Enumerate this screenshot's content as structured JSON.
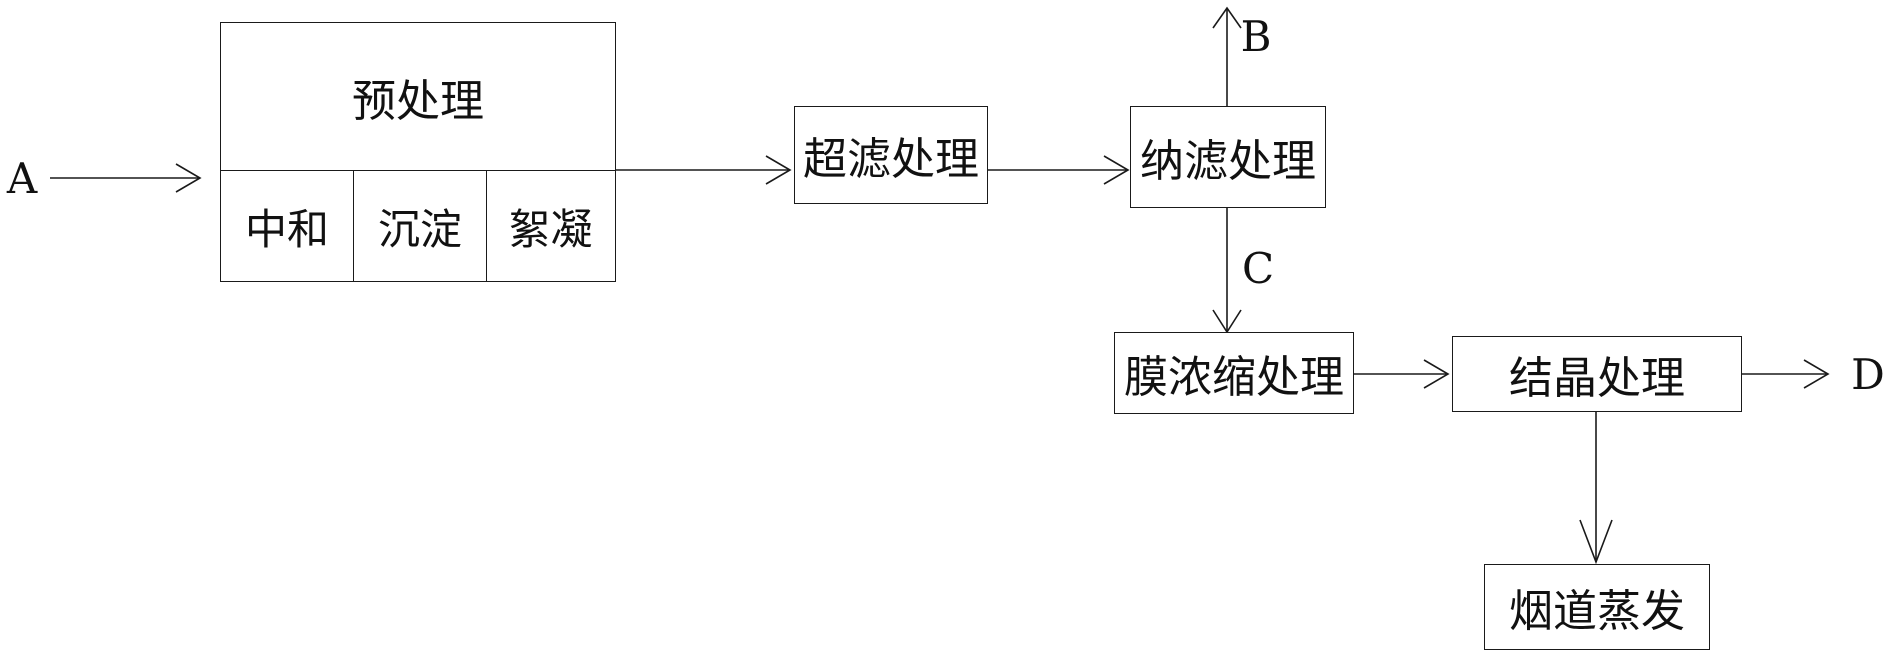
{
  "inputs": {
    "A": "A"
  },
  "outputs": {
    "B": "B",
    "C": "C",
    "D": "D"
  },
  "nodes": {
    "pretreatment": {
      "title": "预处理",
      "sub": [
        "中和",
        "沉淀",
        "絮凝"
      ]
    },
    "ultrafiltration": "超滤处理",
    "nanofiltration": "纳滤处理",
    "membrane_concentration": "膜浓缩处理",
    "crystallization": "结晶处理",
    "flue_evaporation": "烟道蒸发"
  },
  "colors": {
    "line": "#1a1a1a",
    "text": "#111111"
  }
}
